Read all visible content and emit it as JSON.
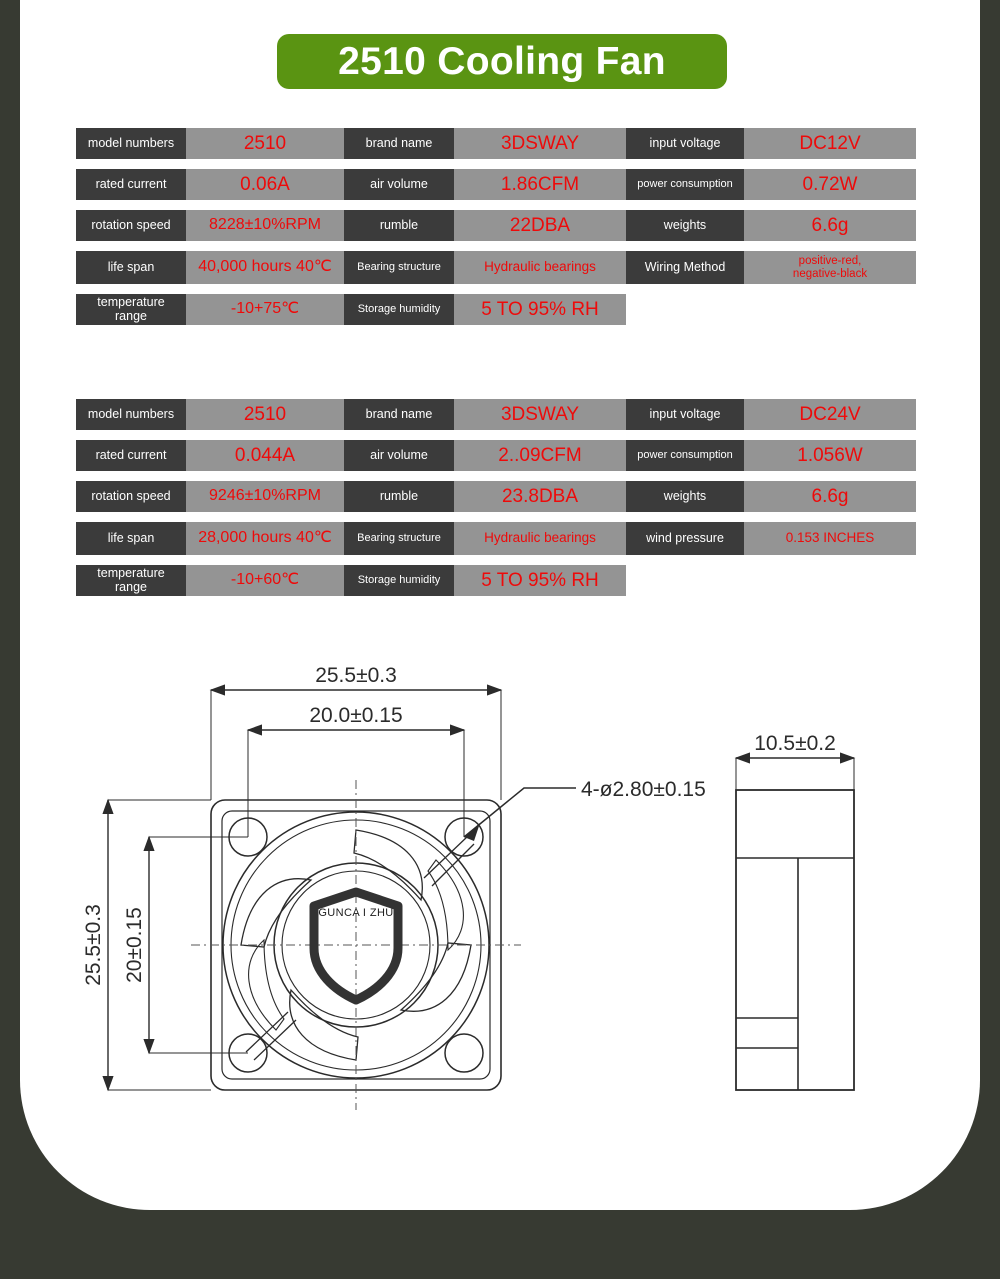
{
  "page": {
    "background_color": "#373a32",
    "card_color": "#ffffff"
  },
  "header": {
    "title": "2510 Cooling Fan",
    "banner_color": "#5a9412",
    "title_color": "#ffffff"
  },
  "colors": {
    "label_bg": "#3b3b3b",
    "label_text": "#ffffff",
    "value_bg": "#949494",
    "value_text": "#ee0a0a",
    "drawing_line": "#2b2b2b"
  },
  "spec_tables": [
    {
      "id": "dc12v",
      "rows": [
        [
          {
            "label": "model numbers",
            "value": "2510"
          },
          {
            "label": "brand name",
            "value": "3DSWAY"
          },
          {
            "label": "input voltage",
            "value": "DC12V"
          }
        ],
        [
          {
            "label": "rated current",
            "value": "0.06A"
          },
          {
            "label": "air volume",
            "value": "1.86CFM"
          },
          {
            "label": "power consumption",
            "value": "0.72W"
          }
        ],
        [
          {
            "label": "rotation speed",
            "value": "8228±10%RPM"
          },
          {
            "label": "rumble",
            "value": "22DBA"
          },
          {
            "label": "weights",
            "value": "6.6g"
          }
        ],
        [
          {
            "label": "life span",
            "value": "40,000 hours 40℃"
          },
          {
            "label": "Bearing structure",
            "value": "Hydraulic bearings"
          },
          {
            "label": "Wiring Method",
            "value": "positive-red,\nnegative-black"
          }
        ],
        [
          {
            "label": "temperature range",
            "value": "-10+75℃"
          },
          {
            "label": "Storage humidity",
            "value": "5  TO  95% RH"
          }
        ]
      ]
    },
    {
      "id": "dc24v",
      "rows": [
        [
          {
            "label": "model numbers",
            "value": "2510"
          },
          {
            "label": "brand name",
            "value": "3DSWAY"
          },
          {
            "label": "input voltage",
            "value": "DC24V"
          }
        ],
        [
          {
            "label": "rated current",
            "value": "0.044A"
          },
          {
            "label": "air volume",
            "value": "2..09CFM"
          },
          {
            "label": "power consumption",
            "value": "1.056W"
          }
        ],
        [
          {
            "label": "rotation speed",
            "value": "9246±10%RPM"
          },
          {
            "label": "rumble",
            "value": "23.8DBA"
          },
          {
            "label": "weights",
            "value": "6.6g"
          }
        ],
        [
          {
            "label": "life span",
            "value": "28,000 hours 40℃"
          },
          {
            "label": "Bearing structure",
            "value": "Hydraulic bearings"
          },
          {
            "label": "wind pressure",
            "value": "0.153 INCHES"
          }
        ],
        [
          {
            "label": "temperature range",
            "value": "-10+60℃"
          },
          {
            "label": "Storage humidity",
            "value": "5  TO  95% RH"
          }
        ]
      ]
    }
  ],
  "drawing": {
    "front_view": {
      "dim_outer_width": "25.5±0.3",
      "dim_hole_spacing_width": "20.0±0.15",
      "dim_outer_height": "25.5±0.3",
      "dim_hole_spacing_height": "20±0.15",
      "hole_callout": "4-ø2.80±0.15",
      "hub_logo_text": "GUNCA I ZHU"
    },
    "side_view": {
      "dim_depth": "10.5±0.2"
    }
  }
}
